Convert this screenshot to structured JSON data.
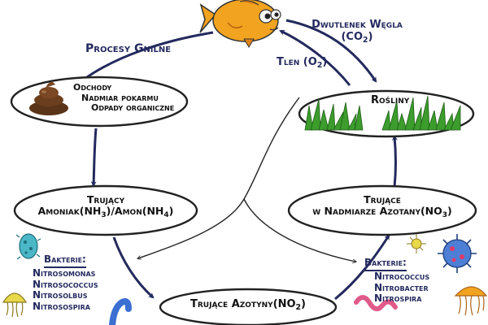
{
  "colors": {
    "ink": "#242a5e",
    "node_stroke": "#222222",
    "fish_body": "#f2a31f",
    "grass": "#3c9c2c",
    "poop": "#5a3418"
  },
  "icons": [
    "fish-icon",
    "poop-icon",
    "grass-icon",
    "bacteria-icon",
    "worm-icon",
    "virus-icon",
    "jellyfish-icon"
  ],
  "labels": {
    "rotting": "Procesy Gnilne",
    "co2_line1": "Dwutlenek Węgla",
    "co2_line2_pre": "(CO",
    "co2_sub": "2",
    "co2_line2_post": ")",
    "oxygen_pre": "Tlen (O",
    "oxygen_sub": "2",
    "oxygen_post": ")"
  },
  "waste": {
    "line1": "Odchody",
    "line2": "Nadmiar pokarmu",
    "line3": "Odpady organiczne"
  },
  "plants": {
    "label": "Rośliny"
  },
  "ammonia": {
    "line1": "Trujący",
    "pre": "Amoniak(NH",
    "sub1": "3",
    "mid": ")/Amon(NH",
    "sub2": "4",
    "post": ")"
  },
  "nitrite": {
    "pre": "Trujące Azotyny(NO",
    "sub": "2",
    "post": ")"
  },
  "nitrate": {
    "line1": "Trujące",
    "pre": "w Nadmiarze Azotany(NO",
    "sub": "3",
    "post": ")"
  },
  "bacteria_left": {
    "title": "Bakterie:",
    "items": [
      "Nitrosomonas",
      "Nitrosococcus",
      "Nitrosolbus",
      "Nitrosospira"
    ]
  },
  "bacteria_right": {
    "title": "Bakterie:",
    "items": [
      "Nitrococcus",
      "Nitrobacter",
      "Nitrospira"
    ]
  }
}
